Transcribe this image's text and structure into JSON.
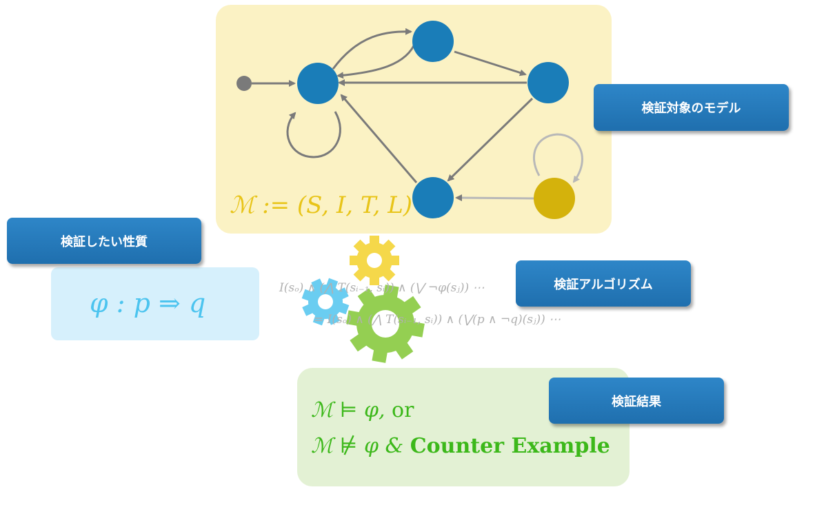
{
  "labels": {
    "model": "検証対象のモデル",
    "property": "検証したい性質",
    "algorithm": "検証アルゴリズム",
    "result": "検証結果"
  },
  "formulas": {
    "model": "ℳ := (S, I, T, L)",
    "property": "φ : p ⇒ q",
    "algorithm_line1": "I(sₒ) ∧ (⋀ T(sᵢ₋₁, sᵢ)) ∧ (⋁ ¬φ(sⱼ)) ⋯",
    "algorithm_line2": "= I(sₒ) ∧ (⋀ T(sᵢ₋₁, sᵢ)) ∧ (⋁(p ∧ ¬q)(sⱼ)) ⋯",
    "result_line1_math": "ℳ ⊨ φ,",
    "result_line1_word": "or",
    "result_line2_math": "ℳ ⊭ φ &",
    "result_line2_bold": "Counter Example"
  },
  "colors": {
    "model_panel": "#fbf2c4",
    "property_panel": "#d6f0fc",
    "result_panel": "#e3f1d4",
    "state_node": "#1a7db8",
    "special_node": "#d4b20c",
    "label_box": "#2277bb",
    "gear_yellow": "#f5d84a",
    "gear_blue": "#5ac8f0",
    "gear_green": "#8ccc44"
  }
}
